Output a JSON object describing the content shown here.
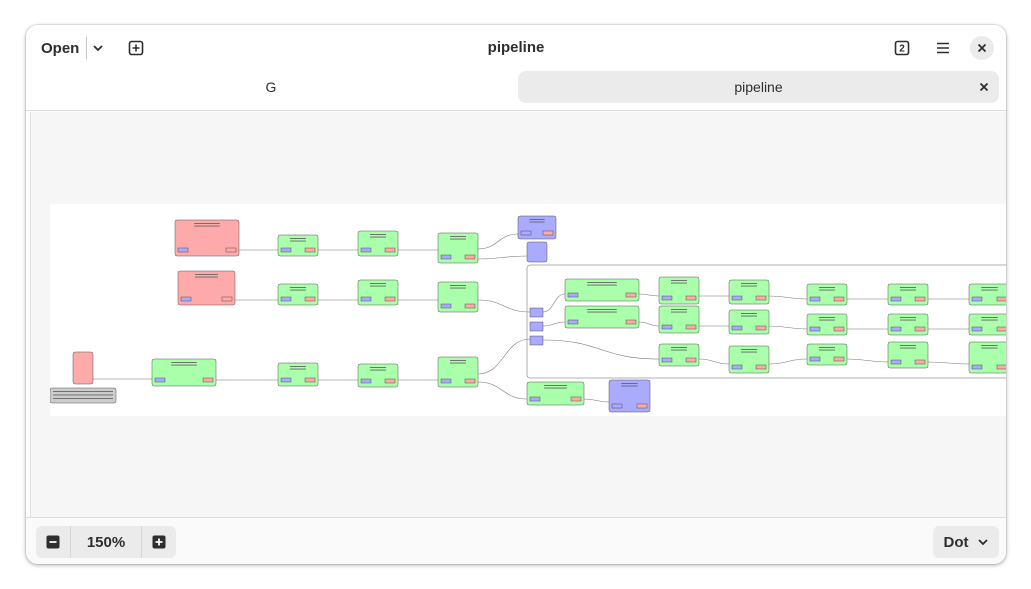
{
  "headerbar": {
    "open_label": "Open",
    "title": "pipeline",
    "icons": {
      "open_menu": "chevron-down-icon",
      "new_tab": "tab-new-icon",
      "tab_overview": "tab-counter-icon",
      "main_menu": "hamburger-menu-icon",
      "close_window": "close-icon"
    },
    "tab_count": "2"
  },
  "tabs": [
    {
      "label": "G",
      "active": false
    },
    {
      "label": "pipeline",
      "active": true
    }
  ],
  "graph": {
    "colors": {
      "source_node": "#ffaaaa",
      "filter_node": "#aaffaa",
      "sink_node": "#aaaaff",
      "sink_pad": "#aaaaff",
      "src_pad": "#ffaaaa",
      "legend": "#cccccc",
      "edge": "#777777"
    }
  },
  "bottombar": {
    "zoom_level": "150%",
    "layout_label": "Dot",
    "icons": {
      "zoom_out": "minus-icon",
      "zoom_in": "plus-icon",
      "layout_menu": "chevron-down-icon"
    }
  }
}
